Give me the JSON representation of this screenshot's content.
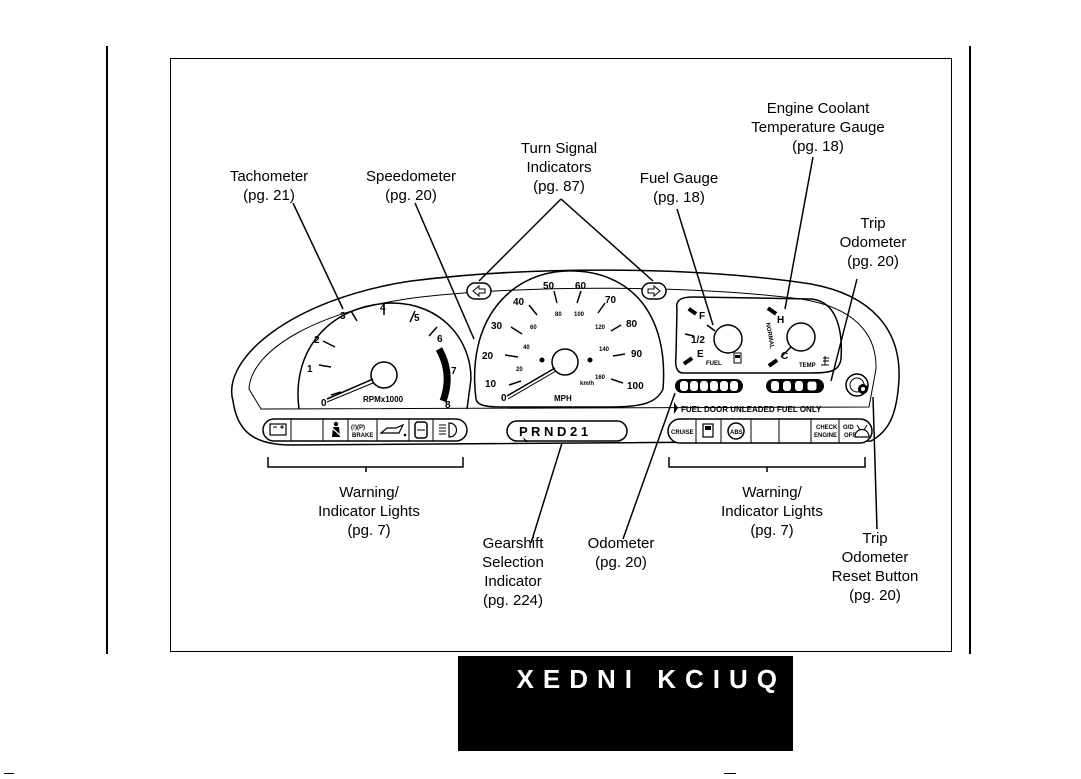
{
  "callouts": {
    "tachometer": {
      "name": "Tachometer",
      "page": "(pg. 21)"
    },
    "speedometer": {
      "name": "Speedometer",
      "page": "(pg. 20)"
    },
    "turn_signal": {
      "line1": "Turn Signal",
      "line2": "Indicators",
      "page": "(pg. 87)"
    },
    "fuel_gauge": {
      "name": "Fuel Gauge",
      "page": "(pg. 18)"
    },
    "coolant": {
      "line1": "Engine Coolant",
      "line2": "Temperature Gauge",
      "page": "(pg. 18)"
    },
    "trip_odometer": {
      "line1": "Trip",
      "line2": "Odometer",
      "page": "(pg. 20)"
    },
    "warning_left": {
      "line1": "Warning/",
      "line2": "Indicator Lights",
      "page": "(pg. 7)"
    },
    "gearshift": {
      "line1": "Gearshift",
      "line2": "Selection",
      "line3": "Indicator",
      "page": "(pg. 224)"
    },
    "odometer": {
      "name": "Odometer",
      "page": "(pg. 20)"
    },
    "warning_right": {
      "line1": "Warning/",
      "line2": "Indicator Lights",
      "page": "(pg. 7)"
    },
    "trip_reset": {
      "line1": "Trip",
      "line2": "Odometer",
      "line3": "Reset Button",
      "page": "(pg. 20)"
    }
  },
  "cluster": {
    "tach_ticks": [
      "0",
      "1",
      "2",
      "3",
      "4",
      "5",
      "6",
      "7",
      "8"
    ],
    "tach_unit": "RPMx1000",
    "speedo_mph_ticks": [
      "0",
      "10",
      "20",
      "30",
      "40",
      "50",
      "60",
      "70",
      "80",
      "90",
      "100"
    ],
    "speedo_unit": "MPH",
    "speedo_kmh_unit": "km/h",
    "speedo_kmh_ticks": [
      "20",
      "40",
      "60",
      "80",
      "100",
      "120",
      "140",
      "160"
    ],
    "fuel_f": "F",
    "fuel_half": "1/2",
    "fuel_e": "E",
    "fuel_word": "FUEL",
    "temp_h": "H",
    "temp_c": "C",
    "temp_word": "TEMP",
    "temp_scale": "NORMAL",
    "gear_display": "P  R N D 2 1",
    "fuel_door_text": "FUEL DOOR  UNLEADED FUEL ONLY",
    "brake_label_line1": "(!)(P)",
    "brake_label_line2": "BRAKE",
    "cruise_label": "CRUISE",
    "abs_label": "ABS",
    "check_engine_line1": "CHECK",
    "check_engine_line2": "ENGINE",
    "od_off_line1": "O/D",
    "od_off_line2": "OFF"
  },
  "footer": {
    "quick_index": "XEDNI KCIUQ"
  }
}
